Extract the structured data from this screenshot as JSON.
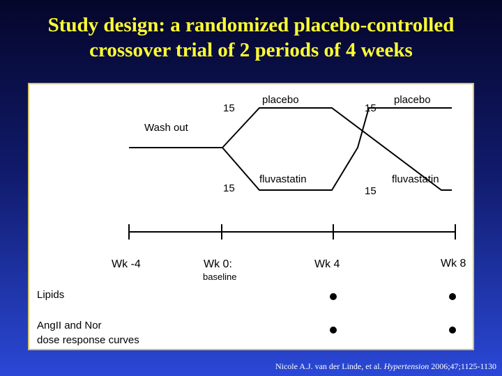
{
  "slide": {
    "title_line1": "Study design: a randomized placebo-controlled",
    "title_line2": "crossover trial of 2 periods of 4 weeks"
  },
  "diagram": {
    "washout_label": "Wash out",
    "period1": {
      "top_count": "15",
      "top_arm": "placebo",
      "bottom_count": "15",
      "bottom_arm": "fluvastatin"
    },
    "period2": {
      "top_count": "15",
      "top_arm": "placebo",
      "bottom_count": "15",
      "bottom_arm": "fluvastatin"
    },
    "timeline": {
      "wk_minus4": "Wk -4",
      "wk0": "Wk 0:",
      "wk0_sub": "baseline",
      "wk4": "Wk 4",
      "wk8": "Wk 8"
    },
    "rows": {
      "lipids": "Lipids",
      "angii_line1": "AngII and Nor",
      "angii_line2": "dose response curves"
    }
  },
  "citation": {
    "authors": "Nicole A.J. van der Linde, et al. ",
    "journal": "Hypertension",
    "ref": " 2006;47;1125-1130"
  }
}
